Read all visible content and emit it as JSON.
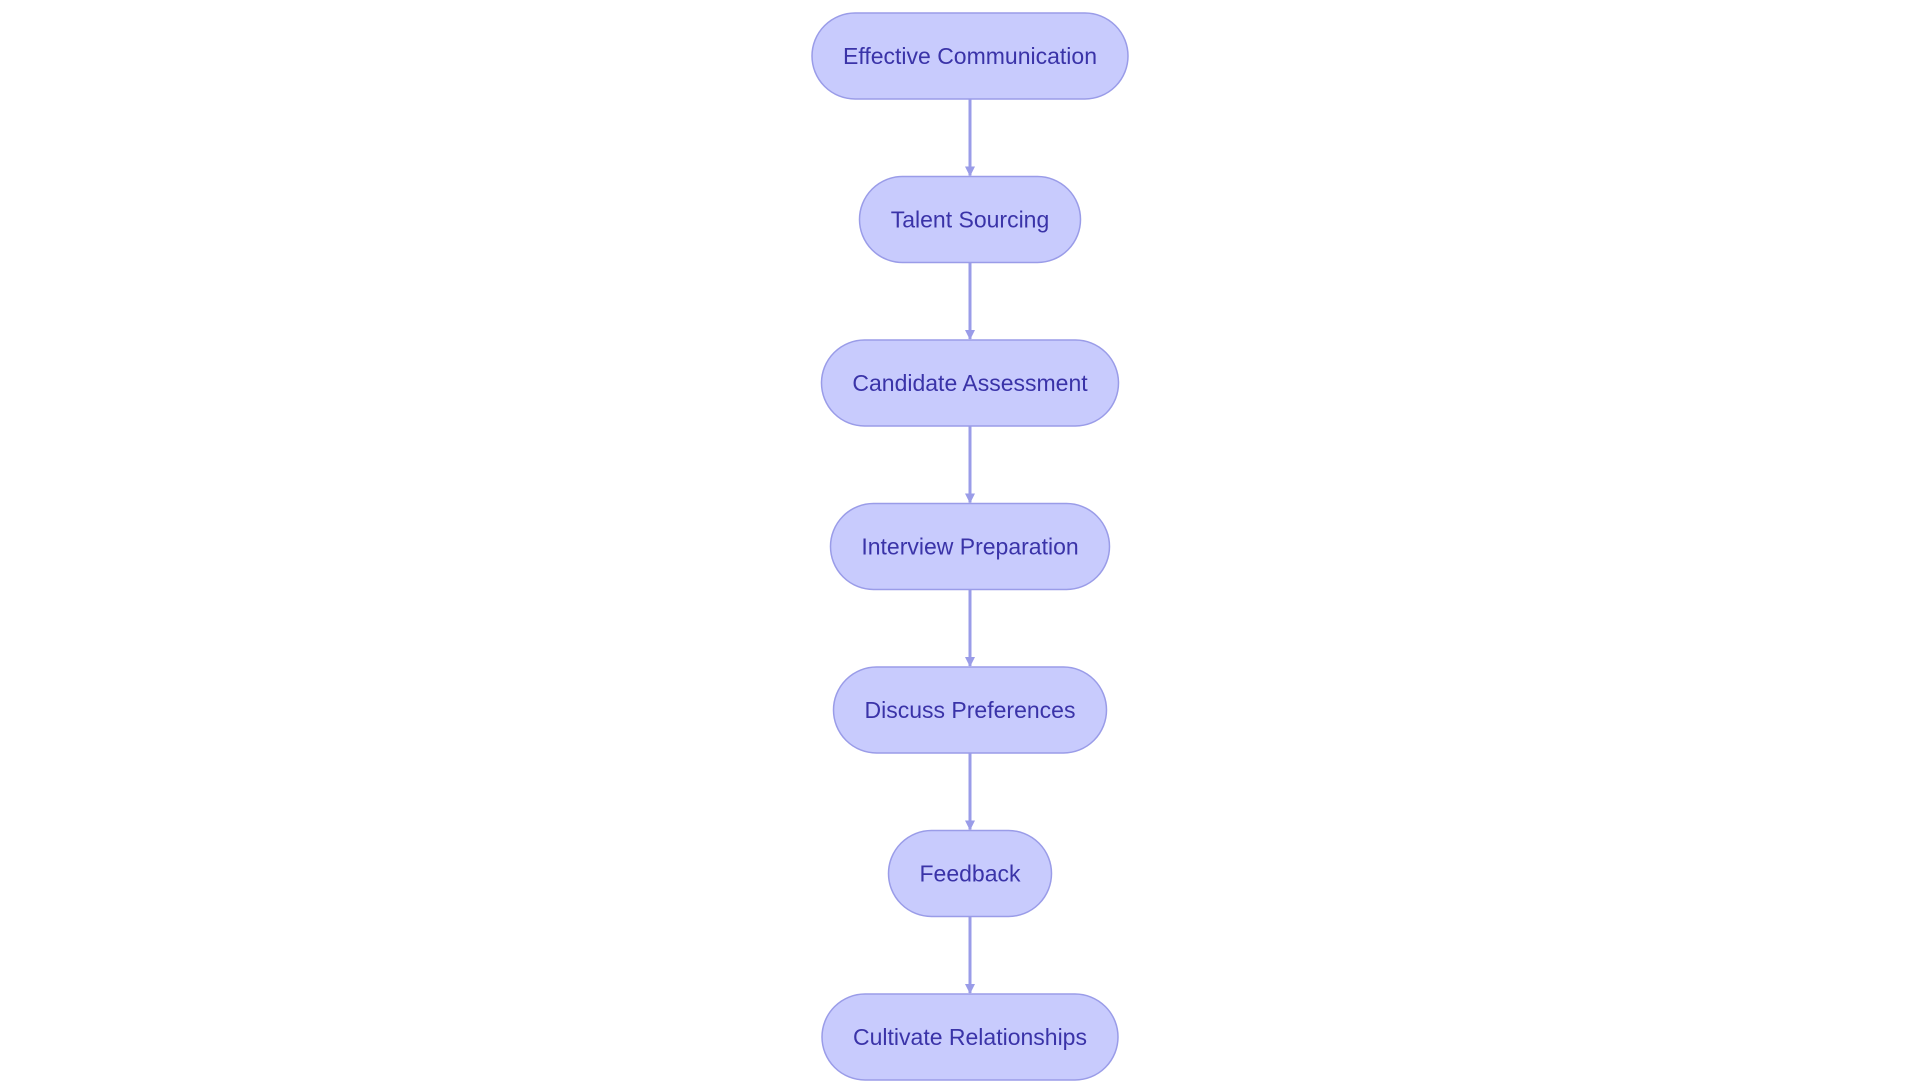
{
  "diagram": {
    "type": "flowchart",
    "direction": "top-to-bottom",
    "colors": {
      "node_fill": "#c8cbfd",
      "node_stroke": "#9a9ce8",
      "node_text": "#3a33a8",
      "edge": "#9a9ce8",
      "background": "#ffffff"
    },
    "nodes": [
      {
        "id": "n1",
        "label": "Effective Communication"
      },
      {
        "id": "n2",
        "label": "Talent Sourcing"
      },
      {
        "id": "n3",
        "label": "Candidate Assessment"
      },
      {
        "id": "n4",
        "label": "Interview Preparation"
      },
      {
        "id": "n5",
        "label": "Discuss Preferences"
      },
      {
        "id": "n6",
        "label": "Feedback"
      },
      {
        "id": "n7",
        "label": "Cultivate Relationships"
      }
    ],
    "edges": [
      {
        "from": "n1",
        "to": "n2"
      },
      {
        "from": "n2",
        "to": "n3"
      },
      {
        "from": "n3",
        "to": "n4"
      },
      {
        "from": "n4",
        "to": "n5"
      },
      {
        "from": "n5",
        "to": "n6"
      },
      {
        "from": "n6",
        "to": "n7"
      }
    ]
  }
}
